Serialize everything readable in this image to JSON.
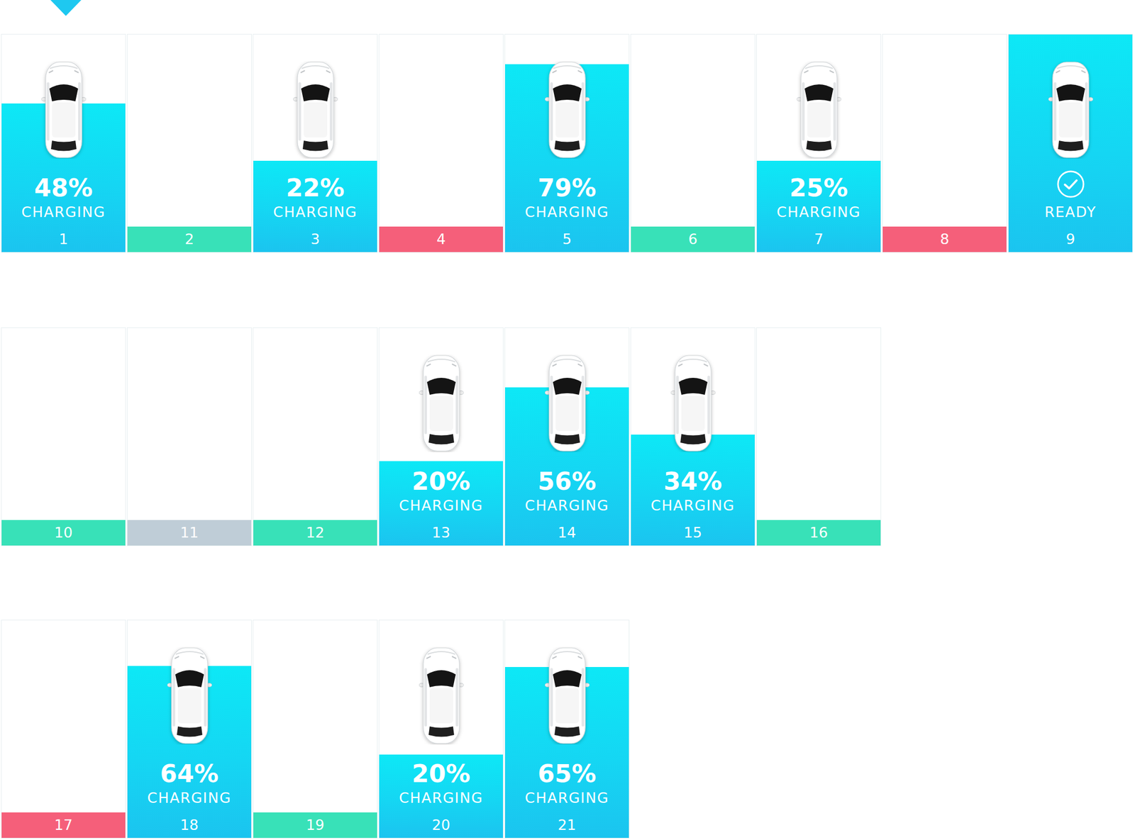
{
  "diagram": {
    "nodes": [
      {
        "text": [
          "48%",
          "CHARGING",
          "1"
        ]
      },
      {
        "text": [
          "2"
        ]
      },
      {
        "text": [
          "22%",
          "CHARGING",
          "3"
        ]
      },
      {
        "text": [
          "4"
        ]
      },
      {
        "text": [
          "79%",
          "CHARGING",
          "5"
        ]
      },
      {
        "text": [
          "6"
        ]
      },
      {
        "text": [
          "25%",
          "CHARGING",
          "7"
        ]
      },
      {
        "text": [
          "8"
        ]
      },
      {
        "text": [
          "READY",
          "9"
        ]
      },
      {
        "text": [
          "10"
        ]
      },
      {
        "text": [
          "11"
        ]
      },
      {
        "text": [
          "12"
        ]
      },
      {
        "text": [
          "20%",
          "CHARGING",
          "13"
        ]
      },
      {
        "text": [
          "56%",
          "CHARGING",
          "14"
        ]
      },
      {
        "text": [
          "34%",
          "CHARGING",
          "15"
        ]
      },
      {
        "text": [
          "16"
        ]
      },
      {
        "text": [
          "17"
        ]
      },
      {
        "text": [
          "64%",
          "CHARGING",
          "18"
        ]
      },
      {
        "text": [
          "19"
        ]
      },
      {
        "text": [
          "20%",
          "CHARGING",
          "20"
        ]
      },
      {
        "text": [
          "65%",
          "CHARGING",
          "21"
        ]
      }
    ]
  }
}
